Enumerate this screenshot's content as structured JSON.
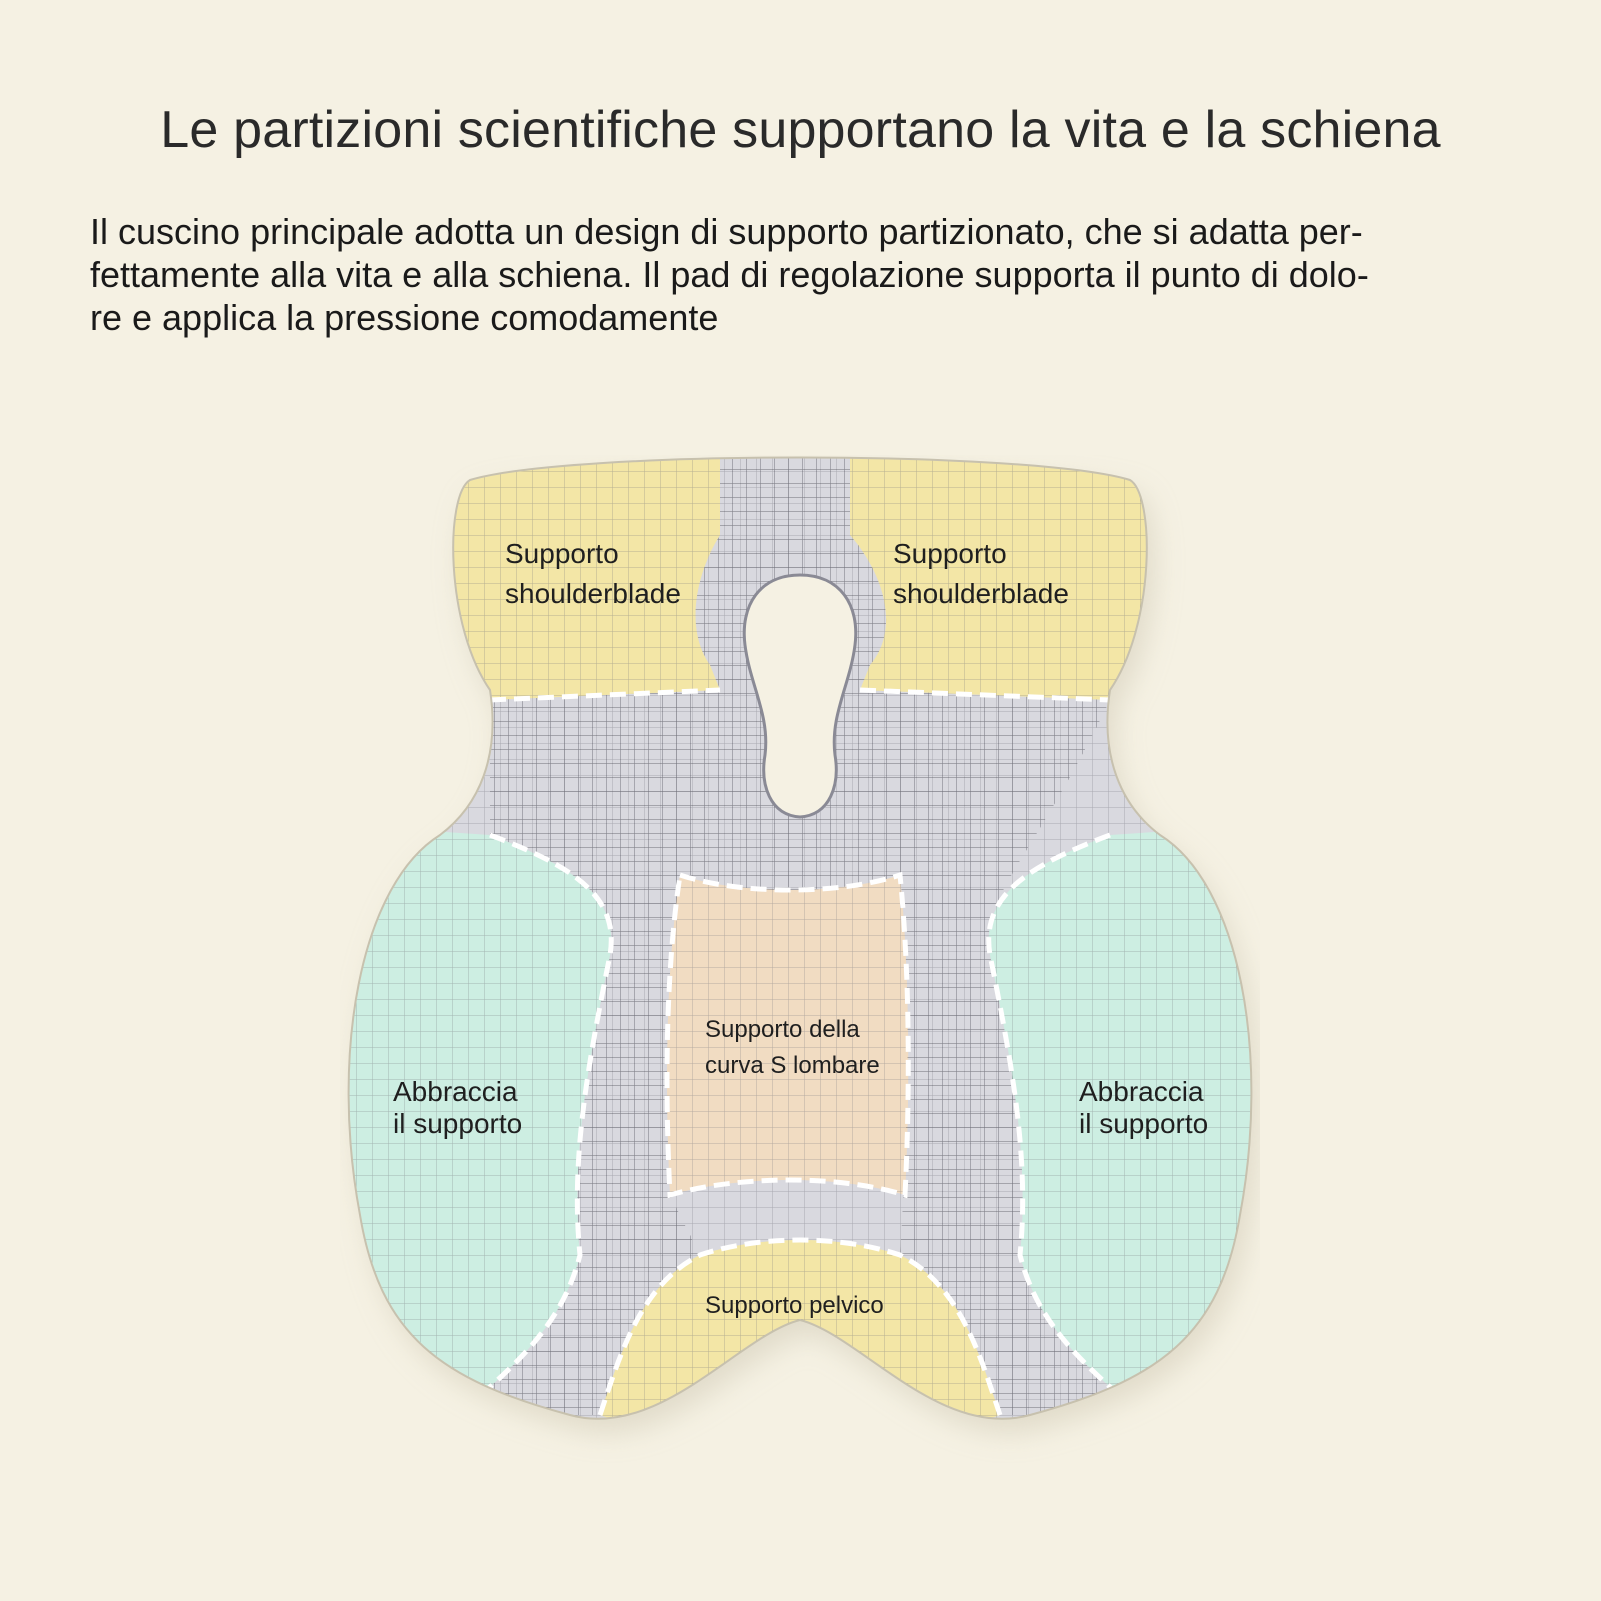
{
  "title": "Le partizioni scientifiche supportano la vita e la schiena",
  "description": {
    "line1": "Il cuscino principale adotta un design di supporto partizionato, che si adatta per-",
    "line2": "fettamente alla vita e alla schiena. Il pad di regolazione supporta il punto di dolo-",
    "line3": "re e applica la pressione comodamente"
  },
  "zones": {
    "shoulder_left": {
      "line1": "Supporto",
      "line2": "shoulderblade"
    },
    "shoulder_right": {
      "line1": "Supporto",
      "line2": "shoulderblade"
    },
    "lumbar": {
      "line1": "Supporto della",
      "line2": "curva S lombare"
    },
    "hug_left": {
      "line1": "Abbraccia",
      "line2": "il supporto"
    },
    "hug_right": {
      "line1": "Abbraccia",
      "line2": "il supporto"
    },
    "pelvic": {
      "line1": "Supporto pelvico"
    }
  },
  "colors": {
    "background": "#f5f1e3",
    "shoulder_zone": "#f3e6a6",
    "hug_zone": "#cdeee2",
    "core_zone": "#d9d9df",
    "lumbar_zone": "#f1dcc2",
    "pelvic_zone": "#f3e6a6"
  },
  "icons": {
    "pillow": "lumbar-pillow-illustration"
  }
}
